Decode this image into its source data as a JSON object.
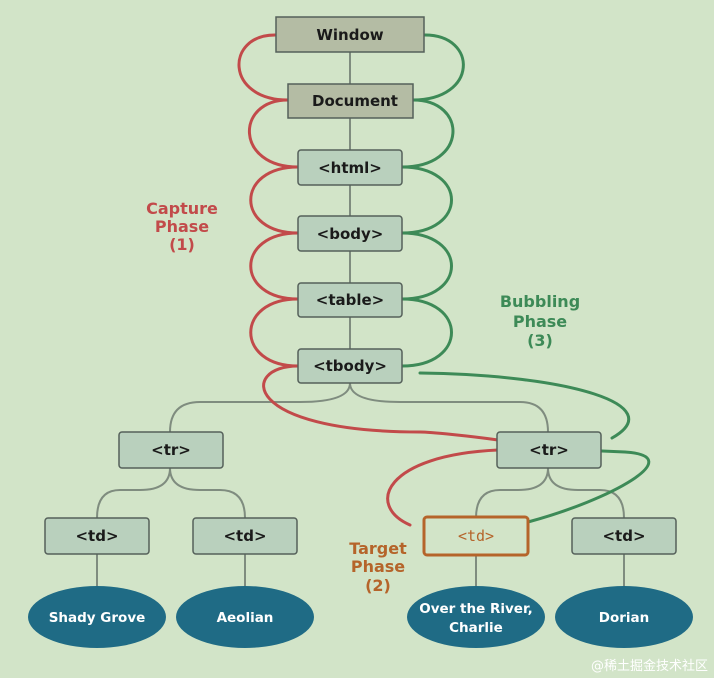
{
  "colors": {
    "background": "#d2e4c8",
    "box_fill_top": "#b4bca4",
    "box_fill": "#b9d0bd",
    "box_stroke": "#55605a",
    "tree_line": "#7f8c7f",
    "capture": "#c24a4a",
    "bubbling": "#3d8a57",
    "target": "#b5642a",
    "leaf_fill": "#1f6b85"
  },
  "nodes": {
    "window": "Window",
    "document": "Document",
    "html": "<html>",
    "body": "<body>",
    "table": "<table>",
    "tbody": "<tbody>",
    "tr_left": "<tr>",
    "tr_right": "<tr>",
    "td_1": "<td>",
    "td_2": "<td>",
    "td_target": "<td>",
    "td_4": "<td>"
  },
  "leaves": {
    "shady_grove": "Shady Grove",
    "aeolian": "Aeolian",
    "over_the_river_line1": "Over the River,",
    "over_the_river_line2": "Charlie",
    "dorian": "Dorian"
  },
  "phases": {
    "capture": {
      "line1": "Capture",
      "line2": "Phase",
      "line3": "(1)"
    },
    "bubbling": {
      "line1": "Bubbling",
      "line2": "Phase",
      "line3": "(3)"
    },
    "target": {
      "line1": "Target",
      "line2": "Phase",
      "line3": "(2)"
    }
  },
  "watermark": "@稀土掘金技术社区"
}
